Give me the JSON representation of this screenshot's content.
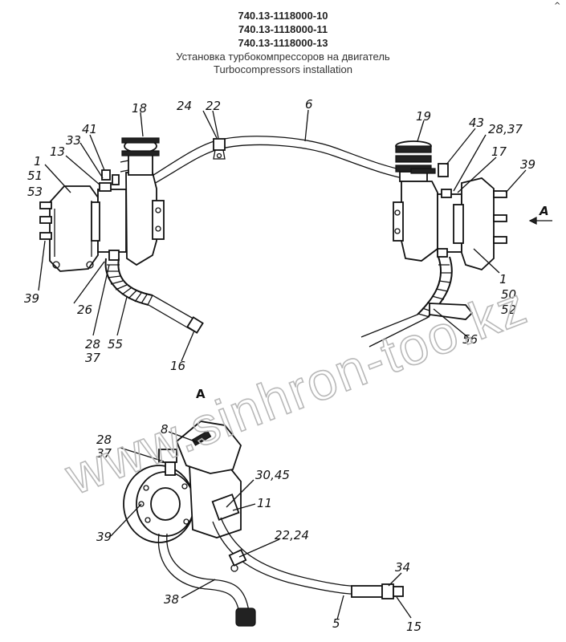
{
  "header": {
    "codes": [
      "740.13-1118000-10",
      "740.13-1118000-11",
      "740.13-1118000-13"
    ],
    "title_ru": "Установка турбокомпрессоров на двигатель",
    "title_en": "Turbocompressors installation"
  },
  "corner_mark": "^",
  "watermark": "www.sinhron-too.kz",
  "view_label": "A",
  "view_arrow_label": "A",
  "callouts": {
    "c24": "24",
    "c22": "22",
    "c6": "6",
    "c18": "18",
    "c19": "19",
    "c43": "43",
    "c28_37_top": "28,37",
    "c17": "17",
    "c39_right": "39",
    "c41": "41",
    "c33": "33",
    "c13": "13",
    "c1_left": "1",
    "c51": "51",
    "c53": "53",
    "c39_left": "39",
    "c26": "26",
    "c28_left": "28",
    "c37_left": "37",
    "c55": "55",
    "c16": "16",
    "c1_right": "1",
    "c50": "50",
    "c52": "52",
    "c56": "56",
    "c8": "8",
    "c28_view": "28",
    "c37_view": "37",
    "c30_45": "30,45",
    "c11": "11",
    "c39_view": "39",
    "c22_24": "22,24",
    "c38": "38",
    "c34": "34",
    "c5": "5",
    "c15": "15"
  }
}
